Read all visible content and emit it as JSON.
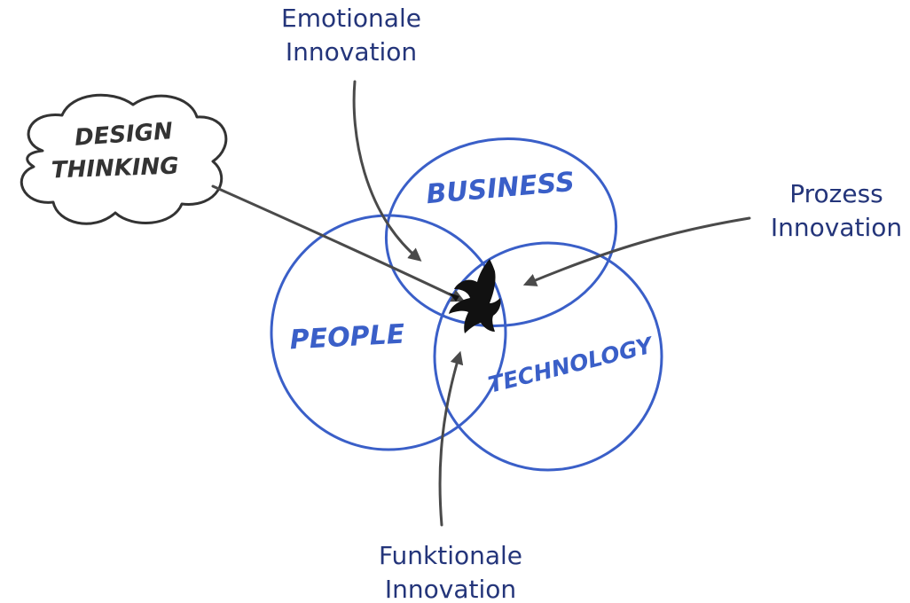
{
  "labels": {
    "emotional": [
      "Emotionale",
      "Innovation"
    ],
    "process": [
      "Prozess",
      "Innovation"
    ],
    "functional": [
      "Funktionale",
      "Innovation"
    ]
  },
  "sketch": {
    "cloud": [
      "DESIGN",
      "THINKING"
    ],
    "business": "BUSINESS",
    "people": "PEOPLE",
    "technology": "TECHNOLOGY"
  },
  "colors": {
    "label_text": "#24357a",
    "circle": "#3a5fc8",
    "circle_text": "#3a5fc8",
    "arrow": "#4a4a4a",
    "cloud": "#333333",
    "bird": "#111111"
  },
  "icons": {
    "center": "eagle-icon"
  }
}
